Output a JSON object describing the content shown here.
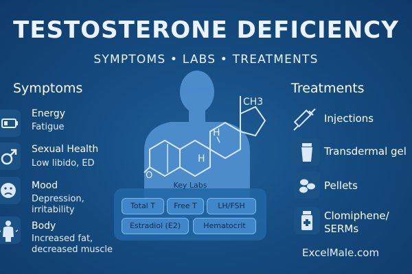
{
  "header": {
    "title": "TESTOSTERONE DEFICIENCY",
    "subtitle": "SYMPTOMS • LABS • TREATMENTS"
  },
  "symptoms": {
    "heading": "Symptoms",
    "items": [
      {
        "title": "Energy",
        "desc": "Fatigue",
        "icon": "battery-icon"
      },
      {
        "title": "Sexual Health",
        "desc": "Low libido, ED",
        "icon": "male-symbol-icon"
      },
      {
        "title": "Mood",
        "desc": "Depression, irritability",
        "icon": "sad-face-icon"
      },
      {
        "title": "Body",
        "desc": "Increased fat, decreased muscle",
        "icon": "body-icon"
      }
    ]
  },
  "center": {
    "molecule_label": "CH3",
    "h_labels": [
      "H",
      "H"
    ],
    "oxygen_label": "O"
  },
  "labs": {
    "title": "Key Labs",
    "chips": [
      "Total T",
      "Free T",
      "LH/FSH",
      "Estradiol (E2)",
      "Hematocrit"
    ]
  },
  "treatments": {
    "heading": "Treatments",
    "items": [
      {
        "label": "Injections",
        "icon": "syringe-icon"
      },
      {
        "label": "Transdermal gel",
        "icon": "gel-tube-icon"
      },
      {
        "label": "Pellets",
        "icon": "pellets-icon"
      },
      {
        "label": "Clomiphene/ SERMs",
        "icon": "pill-bottle-icon"
      }
    ]
  },
  "footer": {
    "brand": "ExcelMale.com"
  },
  "colors": {
    "background": "#154c81",
    "silhouette": "#4f8fcf",
    "chip": "#3f87c9",
    "text": "#ffffff"
  }
}
